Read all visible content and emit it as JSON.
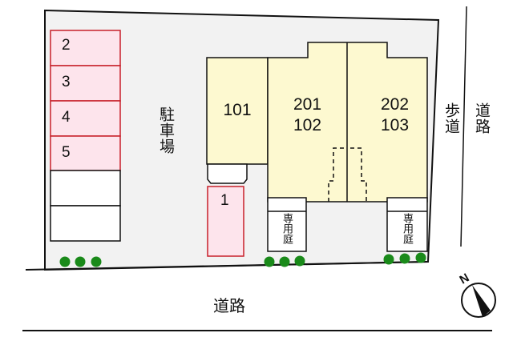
{
  "parking": {
    "label": "駐車場",
    "spaces": [
      {
        "number": "2",
        "reserved": true
      },
      {
        "number": "3",
        "reserved": true
      },
      {
        "number": "4",
        "reserved": true
      },
      {
        "number": "5",
        "reserved": true
      },
      {
        "number": "",
        "reserved": false
      },
      {
        "number": "",
        "reserved": false
      }
    ],
    "space_1": {
      "number": "1",
      "reserved": true
    }
  },
  "units": [
    {
      "id": "unit-101",
      "lines": [
        "101"
      ]
    },
    {
      "id": "unit-201-102",
      "lines": [
        "201",
        "102"
      ]
    },
    {
      "id": "unit-202-103",
      "lines": [
        "202",
        "103"
      ]
    }
  ],
  "private_gardens": [
    {
      "label": "専用庭"
    },
    {
      "label": "専用庭"
    }
  ],
  "roads": {
    "bottom": "道路",
    "right_sidewalk": "歩道",
    "right_road": "道路"
  },
  "compass": {
    "label": "N"
  },
  "colors": {
    "site_bg": "#f2f2f2",
    "building_fill": "#fdf9d0",
    "parking_reserved_fill": "#fde4ec",
    "parking_reserved_border": "#c8202a",
    "tree": "#1a8a1a",
    "line": "#111111"
  }
}
